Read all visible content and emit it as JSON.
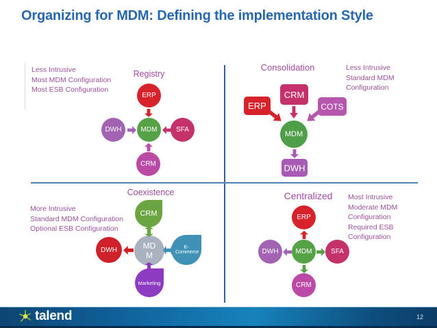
{
  "slide": {
    "title": "Organizing for MDM:  Defining the implementation Style",
    "page_number": "12",
    "brand": "talend"
  },
  "palette": {
    "title_blue": "#2767AD",
    "label_purple": "#A14AA0",
    "notes_purple": "#9B4F9D",
    "divider_blue": "#33619C",
    "red": "#D7222B",
    "green": "#55A346",
    "purple": "#A263B2",
    "crimson": "#C4316B",
    "orchid": "#B954A8",
    "coexistence_green": "#6BA541",
    "coexistence_gray": "#A9B2BE",
    "coexistence_teal": "#3F92B5",
    "coexistence_violet": "#8D3BC0",
    "footer_blue_dark": "#0D4572",
    "footer_blue_light": "#1783BB"
  },
  "quadrants": {
    "registry": {
      "label": "Registry",
      "notes": [
        "Less Intrusive",
        "Most MDM Configuration",
        "Most ESB Configuration"
      ],
      "nodes": {
        "erp": "ERP",
        "dwh": "DWH",
        "mdm": "MDM",
        "sfa": "SFA",
        "crm": "CRM"
      }
    },
    "consolidation": {
      "label": "Consolidation",
      "notes": [
        "Less Intrusive",
        "Standard MDM Configuration"
      ],
      "nodes": {
        "erp": "ERP",
        "crm": "CRM",
        "cots": "COTS",
        "mdm": "MDM",
        "dwh": "DWH"
      }
    },
    "coexistence": {
      "label": "Coexistence",
      "notes": [
        "More Intrusive",
        "Standard MDM Configuration",
        "Optional ESB Configuration"
      ],
      "nodes": {
        "crm": "CRM",
        "dwh": "DWH",
        "mdm": "MDM",
        "ecommerce": "E-Commerce",
        "marketing": "Marketing"
      }
    },
    "centralized": {
      "label": "Centralized",
      "notes": [
        "Most Intrusive",
        "Moderate MDM Configuration",
        "Required ESB Configuration"
      ],
      "nodes": {
        "erp": "ERP",
        "dwh": "DWH",
        "mdm": "MDM",
        "sfa": "SFA",
        "crm": "CRM"
      }
    }
  }
}
